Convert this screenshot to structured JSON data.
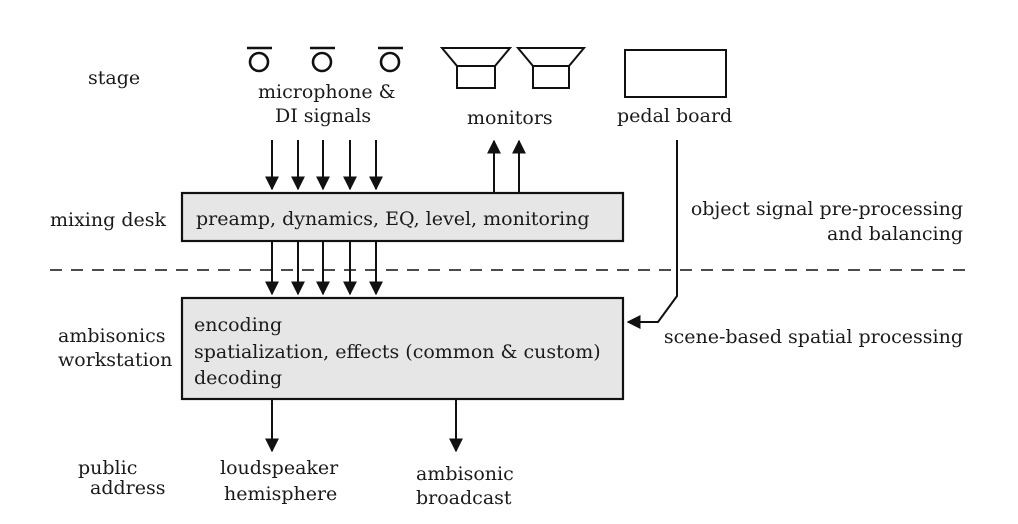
{
  "rows": {
    "stage": "stage",
    "mixing_desk": "mixing desk",
    "workstation_line1": "ambisonics",
    "workstation_line2": "workstation",
    "public_line1": "public",
    "public_line2": "address"
  },
  "stage_items": {
    "mic_line1": "microphone &",
    "mic_line2": "DI signals",
    "monitors": "monitors",
    "pedal_board": "pedal board"
  },
  "mixing_box": {
    "text": "preamp, dynamics, EQ, level, monitoring"
  },
  "workstation_box": {
    "line1": "encoding",
    "line2": "spatialization, effects (common & custom)",
    "line3": "decoding"
  },
  "right_notes": {
    "object_line1": "object signal pre-processing",
    "object_line2": "and balancing",
    "scene": "scene-based spatial processing"
  },
  "outputs": {
    "speaker_line1": "loudspeaker",
    "speaker_line2": "hemisphere",
    "broadcast_line1": "ambisonic",
    "broadcast_line2": "broadcast"
  },
  "icons": {
    "microphone": "microphone-icon",
    "monitor": "monitor-wedge-icon",
    "pedal_board": "pedal-board-icon"
  }
}
